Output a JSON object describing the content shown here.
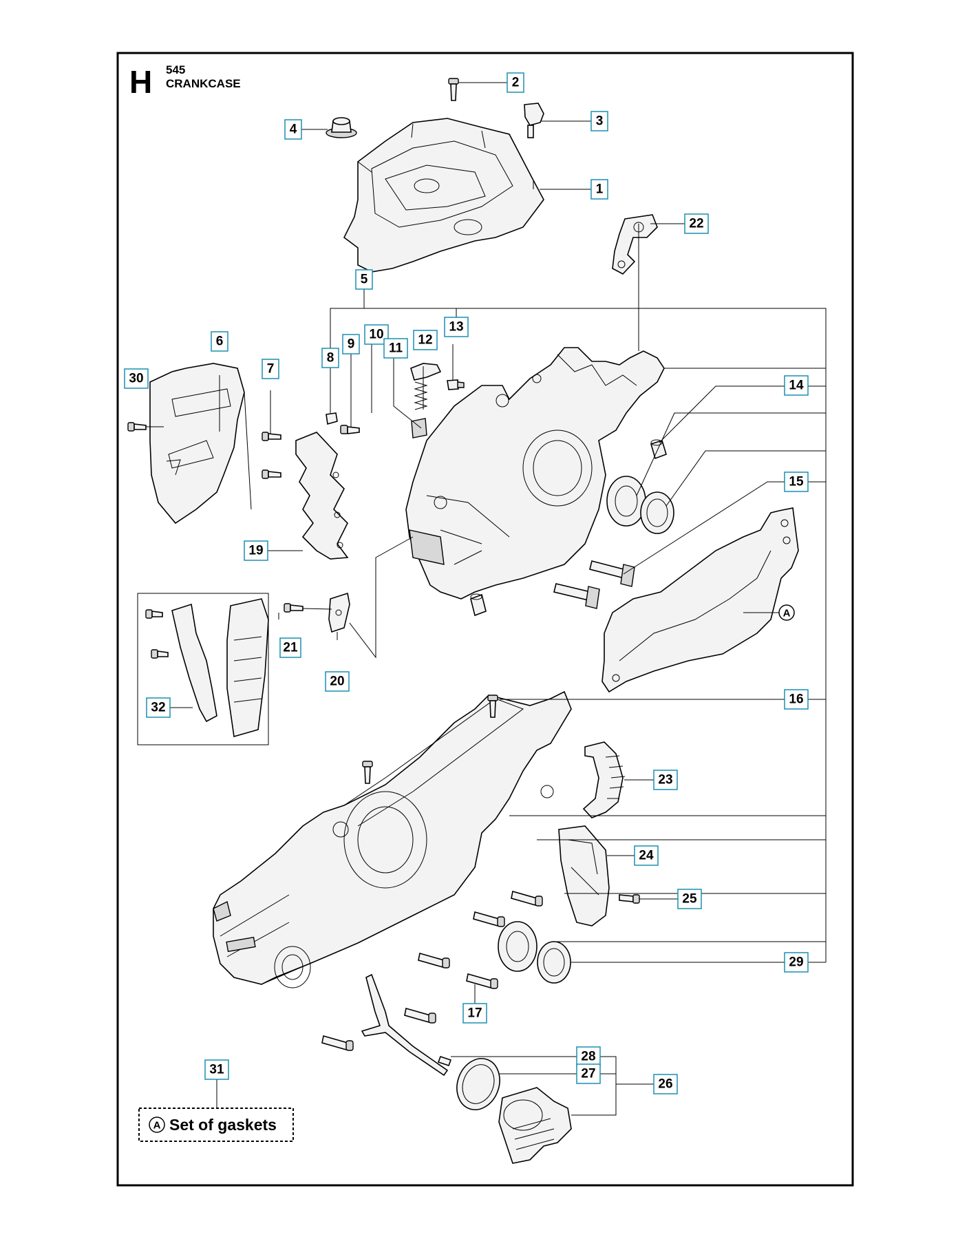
{
  "header": {
    "section_letter": "H",
    "model": "545",
    "title": "CRANKCASE"
  },
  "legend": {
    "marker": "A",
    "label": "Set of gaskets"
  },
  "gasket_marker": "A",
  "callouts": [
    "1",
    "2",
    "3",
    "4",
    "5",
    "6",
    "7",
    "8",
    "9",
    "10",
    "11",
    "12",
    "13",
    "14",
    "15",
    "16",
    "17",
    "19",
    "20",
    "21",
    "22",
    "23",
    "24",
    "25",
    "26",
    "27",
    "28",
    "29",
    "30",
    "31",
    "32"
  ],
  "colors": {
    "callout_border": "#1a8fb0",
    "line": "#000000"
  }
}
